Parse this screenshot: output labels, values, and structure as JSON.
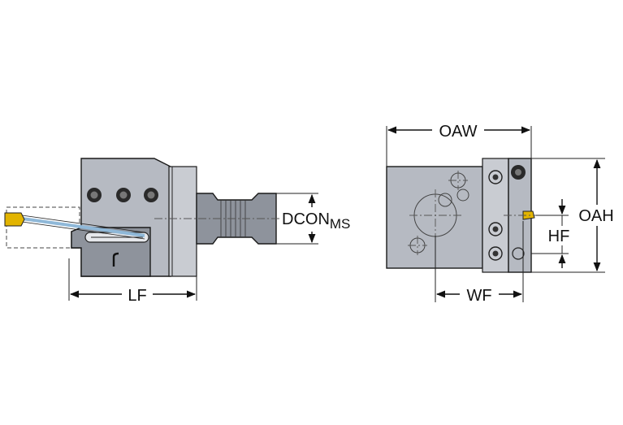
{
  "dimensions": {
    "lf": "LF",
    "dcon": "DCON",
    "dcon_sub": "MS",
    "oaw": "OAW",
    "oah": "OAH",
    "hf": "HF",
    "wf": "WF"
  },
  "colors": {
    "body": "#b6bac2",
    "dark": "#8e939c",
    "insert": "#e2b400",
    "cooling_tube": "#8fb8d8"
  }
}
